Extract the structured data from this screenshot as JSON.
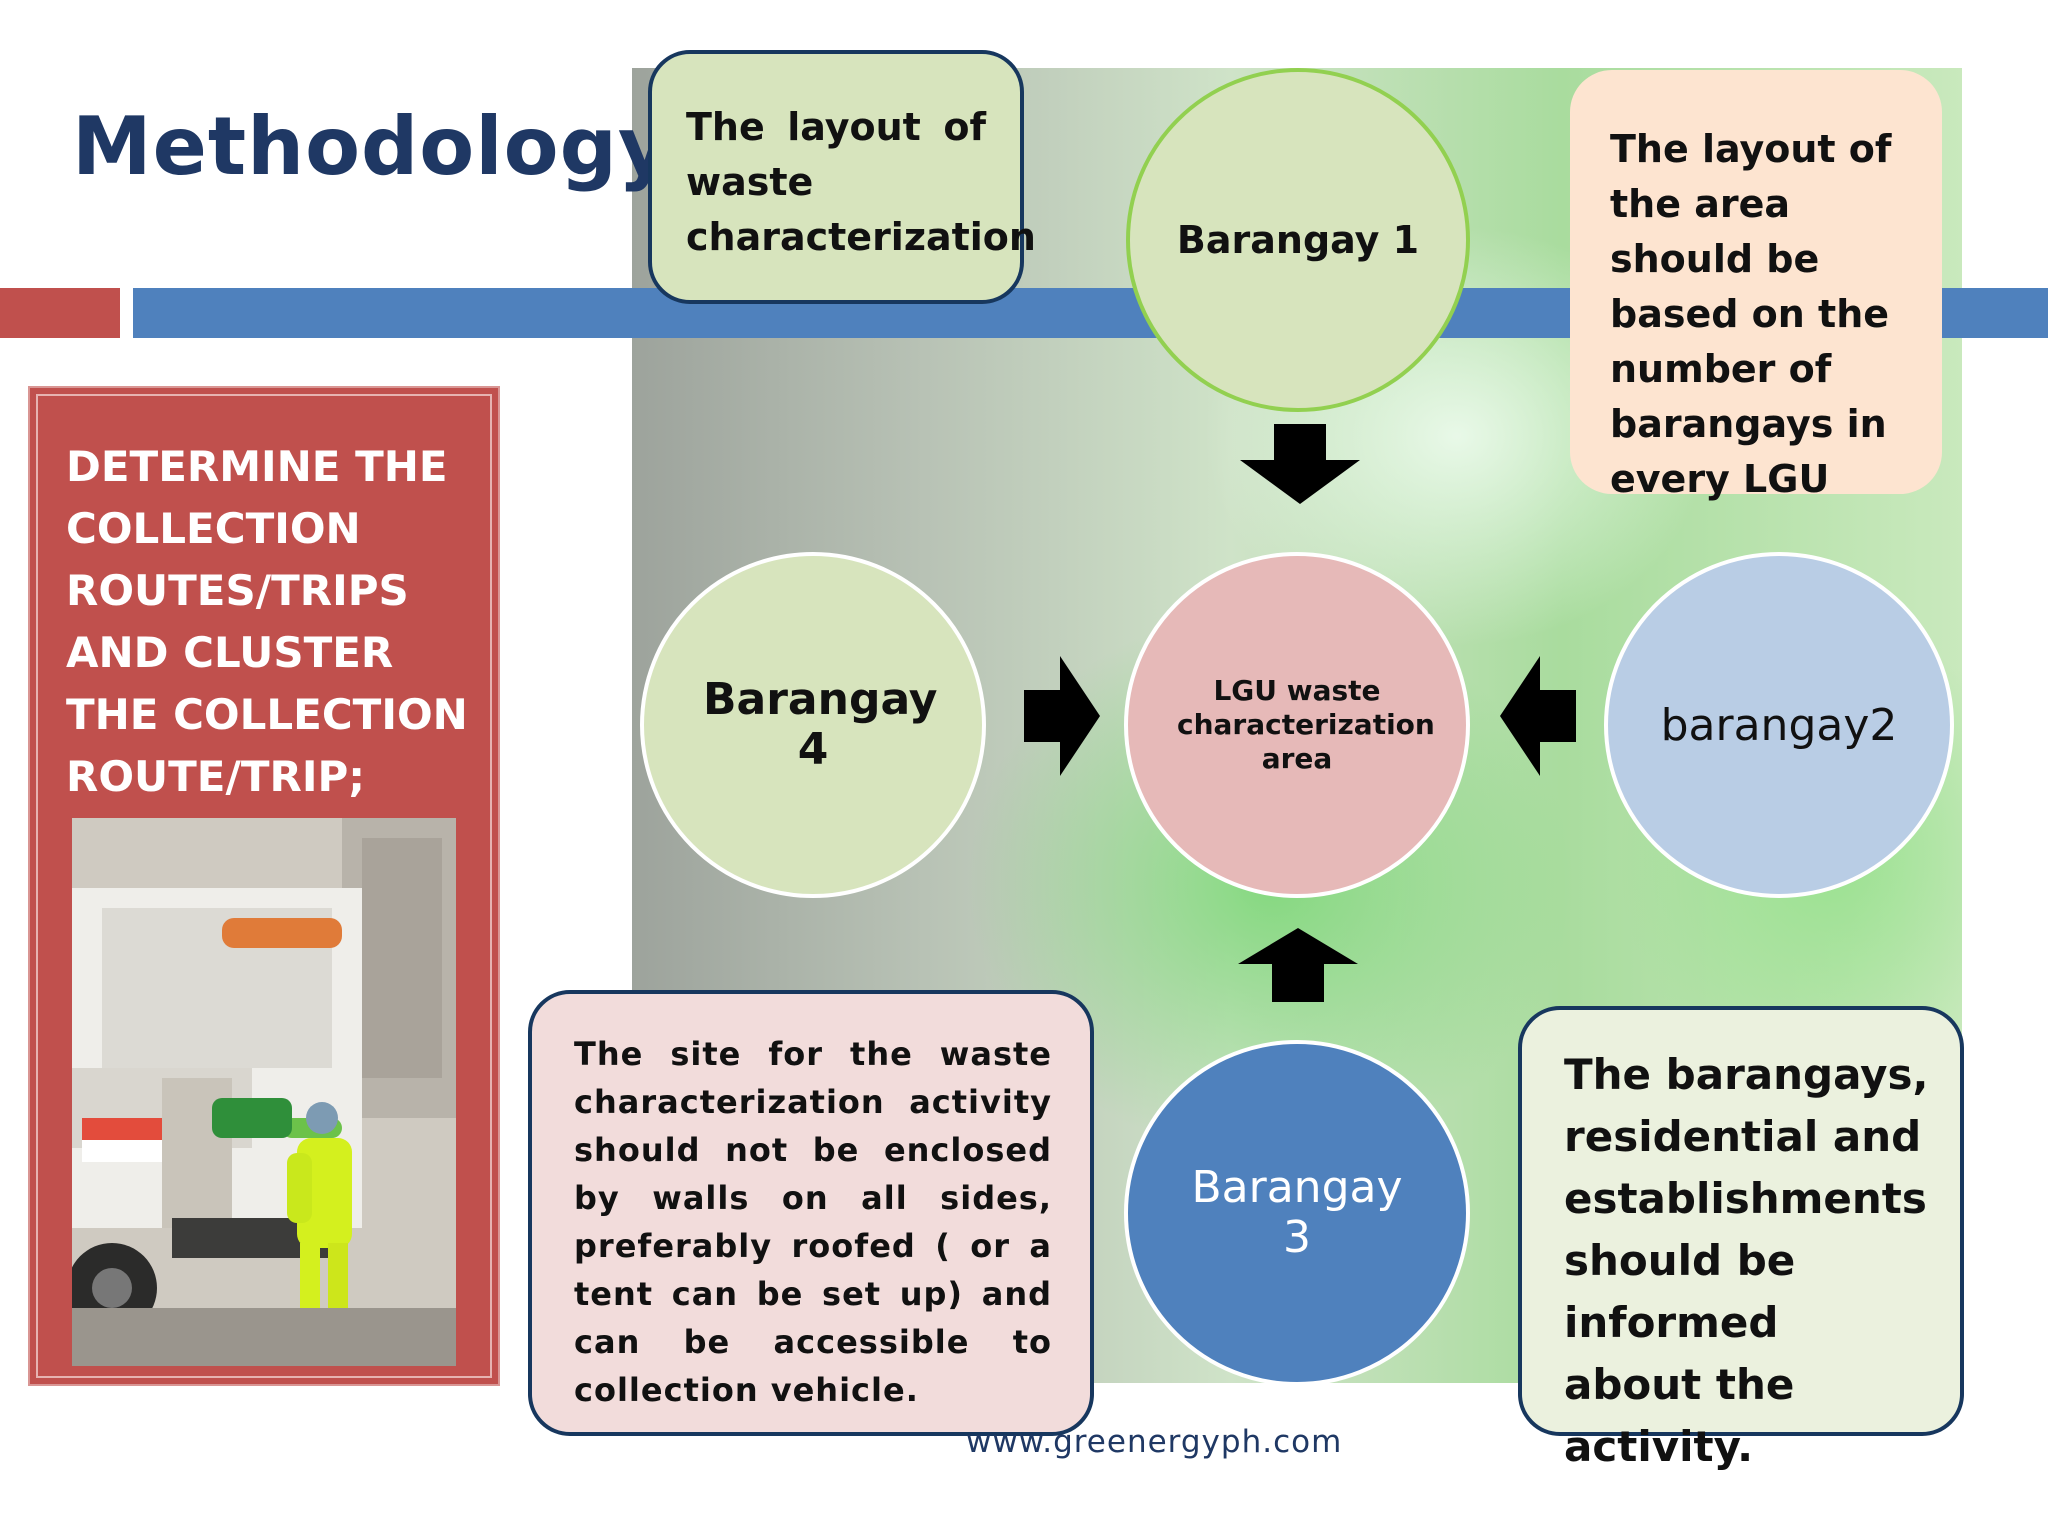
{
  "title": "Methodology",
  "left_panel": {
    "text": "DETERMINE THE COLLECTION ROUTES/TRIPS AND CLUSTER THE COLLECTION ROUTE/TRIP;"
  },
  "boxes": {
    "layout": "The layout of waste characterization",
    "layout_area": "The layout of the area should be based on the number of barangays in every LGU",
    "site": "The site for the waste characterization activity should not be enclosed by walls on all sides, preferably roofed ( or a tent can be set up) and can be accessible to collection vehicle.",
    "inform": "The barangays, residential and establishments should be informed about the activity."
  },
  "circles": {
    "barangay1": "Barangay 1",
    "barangay2": "barangay2",
    "barangay3": "Barangay 3",
    "barangay4": "Barangay 4",
    "center": "LGU waste characterization area"
  },
  "footer": {
    "website": "www.greenergyph.com"
  },
  "colors": {
    "title": "#1f3864",
    "red_accent": "#c0504d",
    "blue_accent": "#4f81bd",
    "green_circle": "#d7e4bd",
    "pink_circle": "#e6b9b8",
    "light_blue_circle": "#b9cde5"
  }
}
